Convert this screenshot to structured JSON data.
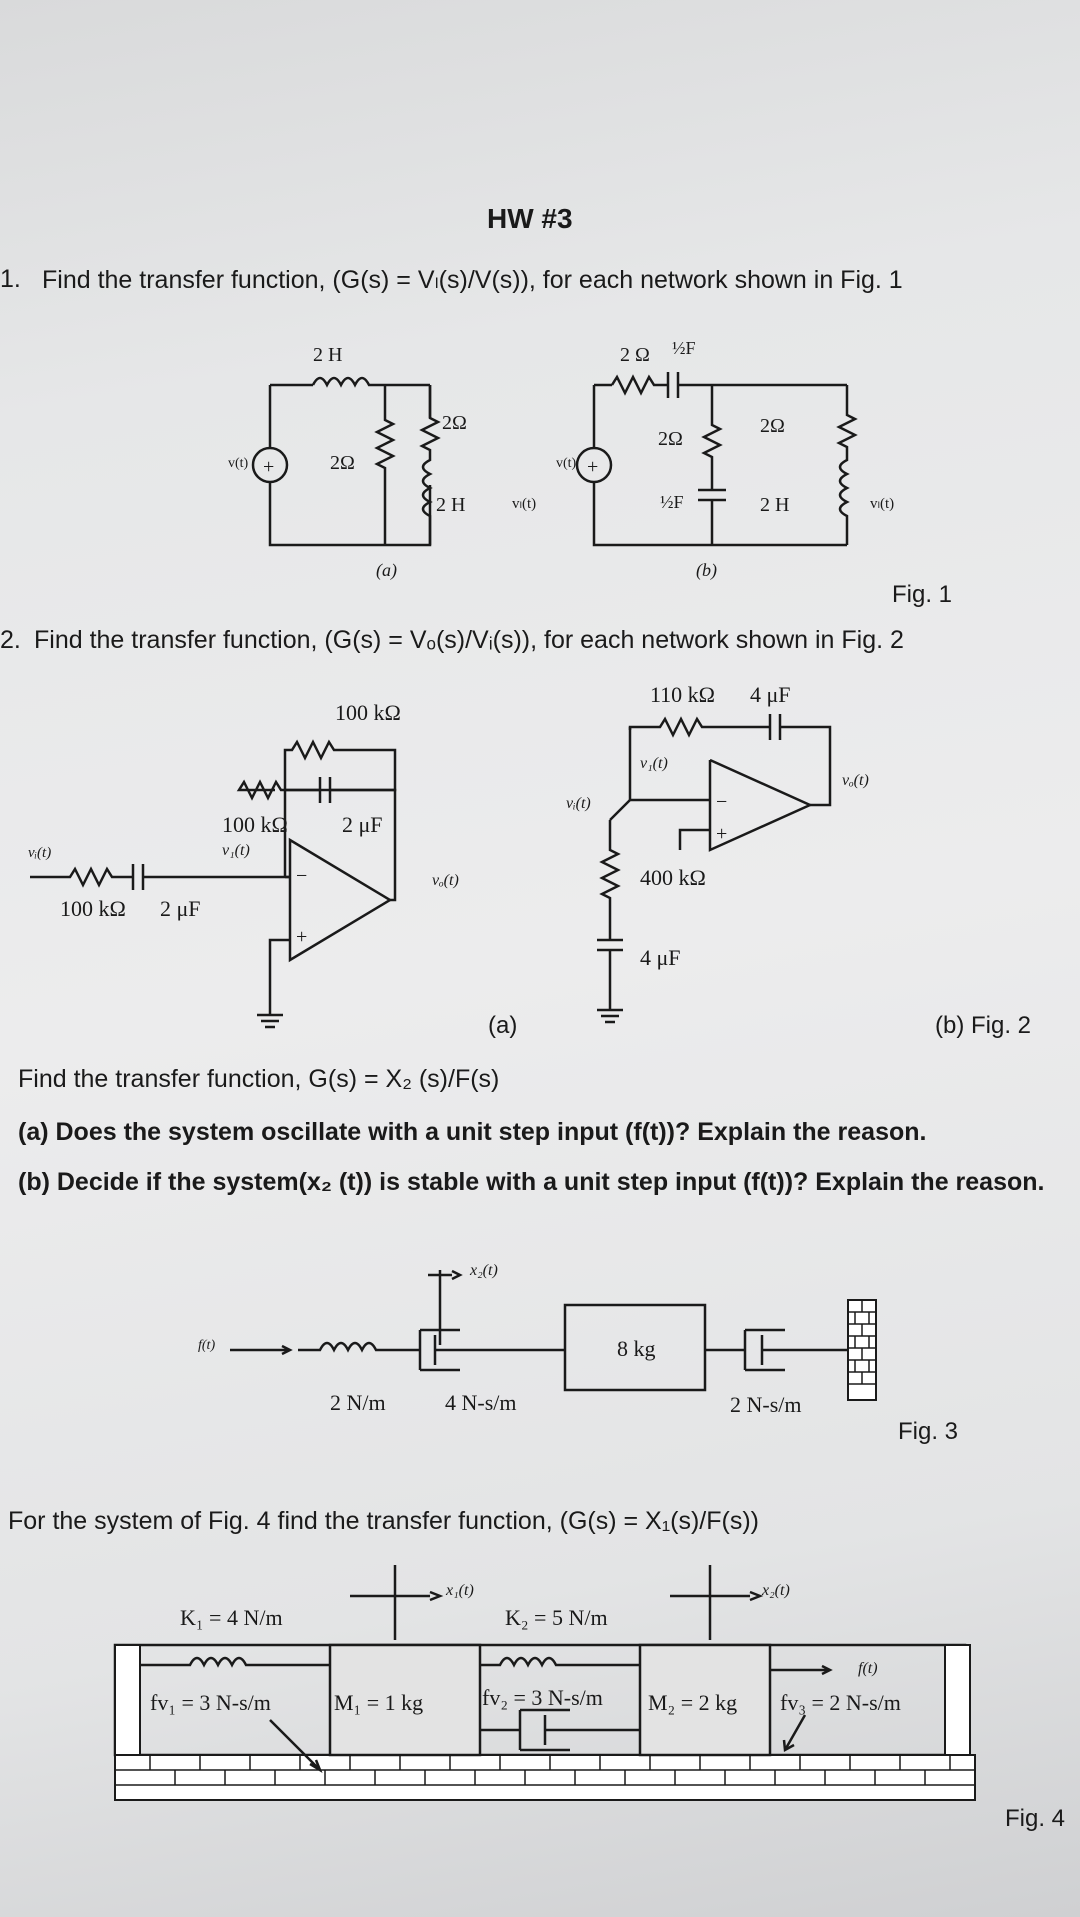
{
  "title": "HW #3",
  "q1": {
    "number": "1.",
    "text": "Find the transfer function, (G(s) = Vₗ(s)/V(s)), for each network shown in Fig. 1"
  },
  "fig1": {
    "a": {
      "inductor_top": "2 H",
      "resistor_mid": "2Ω",
      "resistor_right": "2Ω",
      "inductor_right": "2 H",
      "source": "v(t)",
      "output": "vₗ(t)",
      "caption": "(a)"
    },
    "b": {
      "resistor_top": "2 Ω",
      "cap_top": "½F",
      "resistor_mid": "2Ω",
      "cap_mid": "½F",
      "resistor_right": "2Ω",
      "inductor_right": "2 H",
      "source": "v(t)",
      "output": "vₗ(t)",
      "caption": "(b)"
    },
    "label": "Fig. 1"
  },
  "q2": {
    "number": "2.",
    "text": "Find the transfer function, (G(s) = Vₒ(s)/Vᵢ(s)), for each network shown in Fig. 2"
  },
  "fig2": {
    "a": {
      "r_in": "100 kΩ",
      "c_in": "2 μF",
      "r_fb1": "100 kΩ",
      "r_fb2": "100 kΩ",
      "c_fb": "2 μF",
      "v1": "v₁(t)",
      "vi": "vᵢ(t)",
      "vo": "vₒ(t)",
      "caption": "(a)"
    },
    "b": {
      "r_fb": "110 kΩ",
      "c_fb": "4 μF",
      "r_in": "400 kΩ",
      "c_in": "4 μF",
      "v1": "v₁(t)",
      "vi": "vᵢ(t)",
      "vo": "vₒ(t)",
      "caption": "(b) Fig. 2"
    }
  },
  "q3": {
    "intro": "Find the transfer function, G(s) = X₂ (s)/F(s)",
    "a": "(a) Does the system oscillate with a unit step input (f(t))? Explain the reason.",
    "b": "(b) Decide if the system(x₂ (t)) is stable with a unit step input (f(t))? Explain the reason."
  },
  "fig3": {
    "force": "f(t)",
    "x2": "x₂(t)",
    "spring": "2 N/m",
    "damper1": "4 N-s/m",
    "mass": "8 kg",
    "damper2": "2 N-s/m",
    "label": "Fig. 3"
  },
  "q4": {
    "text": "For the system of Fig. 4 find the transfer function, (G(s) = X₁(s)/F(s))"
  },
  "fig4": {
    "k1": "K₁ = 4 N/m",
    "k2": "K₂ = 5 N/m",
    "fv1": "fv₁ = 3 N-s/m",
    "m1": "M₁ = 1 kg",
    "fv2": "fv₂ = 3 N-s/m",
    "m2": "M₂ = 2 kg",
    "fv3": "fv₃ = 2 N-s/m",
    "x1": "x₁(t)",
    "x2": "x₂(t)",
    "force": "f(t)",
    "label": "Fig. 4"
  }
}
